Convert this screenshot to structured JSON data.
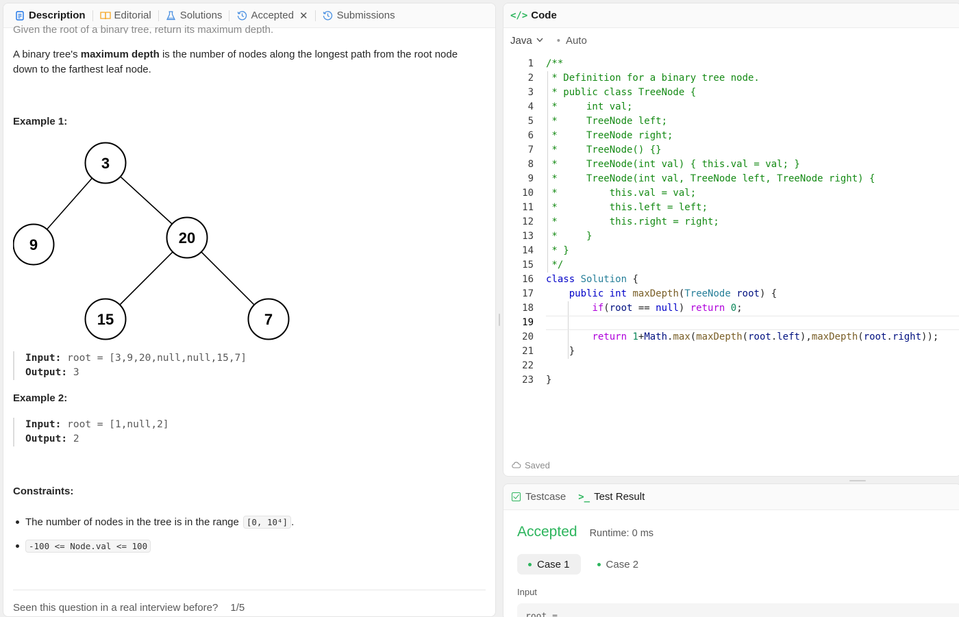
{
  "left": {
    "tabs": [
      {
        "label": "Description",
        "icon": "description-icon",
        "active": true
      },
      {
        "label": "Editorial",
        "icon": "book-icon"
      },
      {
        "label": "Solutions",
        "icon": "flask-icon"
      },
      {
        "label": "Accepted",
        "icon": "history-icon"
      },
      {
        "label": "Submissions",
        "icon": "history-icon"
      }
    ],
    "cutoff_text": "Given the root of a binary tree, return its maximum depth.",
    "para_pre": "A binary tree's ",
    "para_bold": "maximum depth",
    "para_post": " is the number of nodes along the longest path from the root node down to the farthest leaf node.",
    "example1_title": "Example 1:",
    "tree_nodes": [
      "3",
      "9",
      "20",
      "15",
      "7"
    ],
    "example1_input_label": "Input:",
    "example1_input_value": "root = [3,9,20,null,null,15,7]",
    "example1_output_label": "Output:",
    "example1_output_value": "3",
    "example2_title": "Example 2:",
    "example2_input_label": "Input:",
    "example2_input_value": "root = [1,null,2]",
    "example2_output_label": "Output:",
    "example2_output_value": "2",
    "constraints_title": "Constraints:",
    "constraint1_text": "The number of nodes in the tree is in the range",
    "constraint1_code": "[0, 10⁴]",
    "constraint1_end": ".",
    "constraint2_code": "-100 <= Node.val <= 100",
    "seen_text": "Seen this question in a real interview before?",
    "seen_page": "1/5"
  },
  "code": {
    "title": "Code",
    "language": "Java",
    "mode": "Auto",
    "saved": "Saved",
    "line_numbers": [
      "1",
      "2",
      "3",
      "4",
      "5",
      "6",
      "7",
      "8",
      "9",
      "10",
      "11",
      "12",
      "13",
      "14",
      "15",
      "16",
      "17",
      "18",
      "19",
      "20",
      "21",
      "22",
      "23"
    ],
    "lines": [
      "/**",
      " * Definition for a binary tree node.",
      " * public class TreeNode {",
      " *     int val;",
      " *     TreeNode left;",
      " *     TreeNode right;",
      " *     TreeNode() {}",
      " *     TreeNode(int val) { this.val = val; }",
      " *     TreeNode(int val, TreeNode left, TreeNode right) {",
      " *         this.val = val;",
      " *         this.left = left;",
      " *         this.right = right;",
      " *     }",
      " * }",
      " */",
      "class Solution {",
      "    public int maxDepth(TreeNode root) {",
      "        if(root == null) return 0;",
      "",
      "        return 1+Math.max(maxDepth(root.left),maxDepth(root.right));",
      "    }",
      "",
      "}"
    ],
    "current_line": "19"
  },
  "result": {
    "tab_testcase": "Testcase",
    "tab_result": "Test Result",
    "status": "Accepted",
    "runtime": "Runtime: 0 ms",
    "cases": [
      "Case 1",
      "Case 2"
    ],
    "input_label": "Input",
    "input_value": "root ="
  },
  "colors": {
    "accent_green": "#2db55d",
    "comment_green": "#148a14",
    "keyword_blue": "#0000c8"
  }
}
